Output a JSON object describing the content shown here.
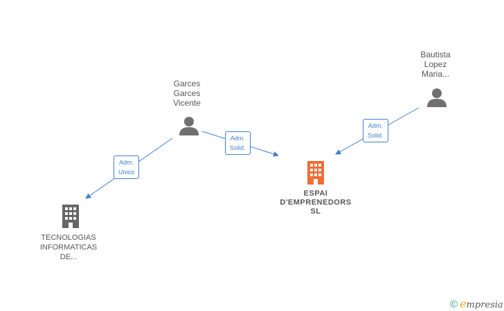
{
  "persons": [
    {
      "id": "garces",
      "lines": [
        "Garces",
        "Garces",
        "Vicente"
      ]
    },
    {
      "id": "bautista",
      "lines": [
        "Bautista",
        "Lopez",
        "Maria..."
      ]
    }
  ],
  "companies": [
    {
      "id": "tecnologias",
      "lines": [
        "TECNOLOGIAS",
        "INFORMATICAS",
        "DE..."
      ],
      "color": "#666666"
    },
    {
      "id": "espai",
      "lines": [
        "ESPAI",
        "D'EMPRENEDORS",
        "SL"
      ],
      "color": "#f26d35"
    }
  ],
  "edges": [
    {
      "id": "garces-tecnologias",
      "lines": [
        "Adm.",
        "Unico"
      ]
    },
    {
      "id": "garces-espai",
      "lines": [
        "Adm.",
        "Solid."
      ]
    },
    {
      "id": "bautista-espai",
      "lines": [
        "Adm.",
        "Solid."
      ]
    }
  ],
  "colors": {
    "edge": "#3f7fd0",
    "person": "#707070"
  },
  "brand": {
    "symbol": "©",
    "initial": "e",
    "rest": "mpresia"
  }
}
